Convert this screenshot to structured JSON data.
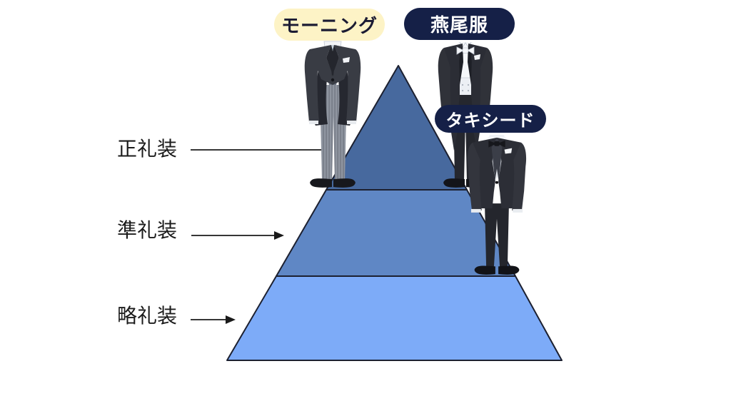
{
  "background": "#ffffff",
  "connector_color": "#1a1a1a",
  "pyramid": {
    "outline_color": "#1c2030"
  },
  "levels": [
    {
      "label": "正礼装",
      "color": "#47699e",
      "badges": [
        "モーニング",
        "燕尾服"
      ]
    },
    {
      "label": "準礼装",
      "color": "#5f87c5",
      "badges": [
        "タキシード"
      ]
    },
    {
      "label": "略礼装",
      "color": "#7dabf8",
      "badges": []
    }
  ],
  "badges": {
    "morning": {
      "label": "モーニング",
      "bg": "#fdf3c6",
      "text_color": "#1b1b33"
    },
    "tailcoat": {
      "label": "燕尾服",
      "bg": "#152047",
      "text_color": "#ffffff"
    },
    "tuxedo": {
      "label": "タキシード",
      "bg": "#152047",
      "text_color": "#ffffff"
    }
  },
  "illustrations": [
    {
      "name": "morning-coat-suit"
    },
    {
      "name": "tailcoat-suit"
    },
    {
      "name": "tuxedo-suit"
    }
  ]
}
